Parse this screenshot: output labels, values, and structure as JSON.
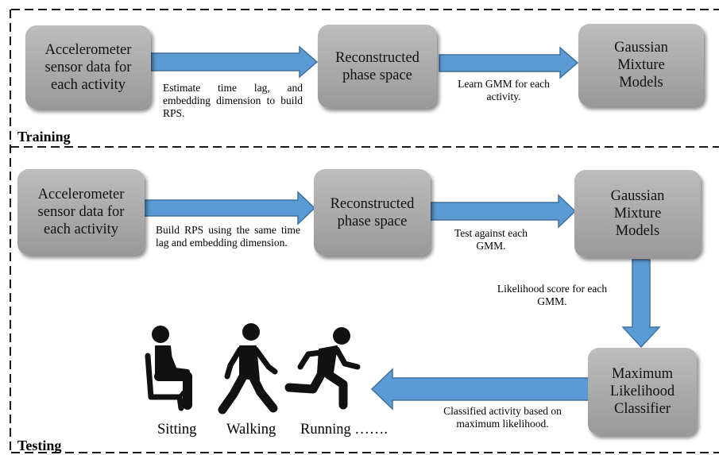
{
  "training": {
    "label": "Training",
    "boxes": {
      "accelerometer": "Accelerometer\nsensor data for\neach activity",
      "rps": "Reconstructed\nphase space",
      "gmm": "Gaussian\nMixture\nModels"
    },
    "notes": {
      "estimate": "Estimate time lag, and embedding dimension to build RPS.",
      "learn": "Learn GMM for each activity."
    }
  },
  "testing": {
    "label": "Testing",
    "boxes": {
      "accelerometer": "Accelerometer\nsensor data for\neach activity",
      "rps": "Reconstructed\nphase space",
      "gmm": "Gaussian\nMixture\nModels",
      "classifier": "Maximum\nLikelihood\nClassifier"
    },
    "notes": {
      "build": "Build RPS using the same time lag and embedding dimension.",
      "test": "Test against each GMM.",
      "likelihood": "Likelihood score for each GMM.",
      "classified": "Classified activity based on maximum likelihood."
    },
    "activities": {
      "sitting": "Sitting",
      "walking": "Walking",
      "running": "Running ……."
    }
  },
  "colors": {
    "arrow_fill": "#5b9bd5",
    "arrow_stroke": "#41719c",
    "box_fill": "#a9a9a9",
    "dash_line": "#1a1a1a"
  }
}
